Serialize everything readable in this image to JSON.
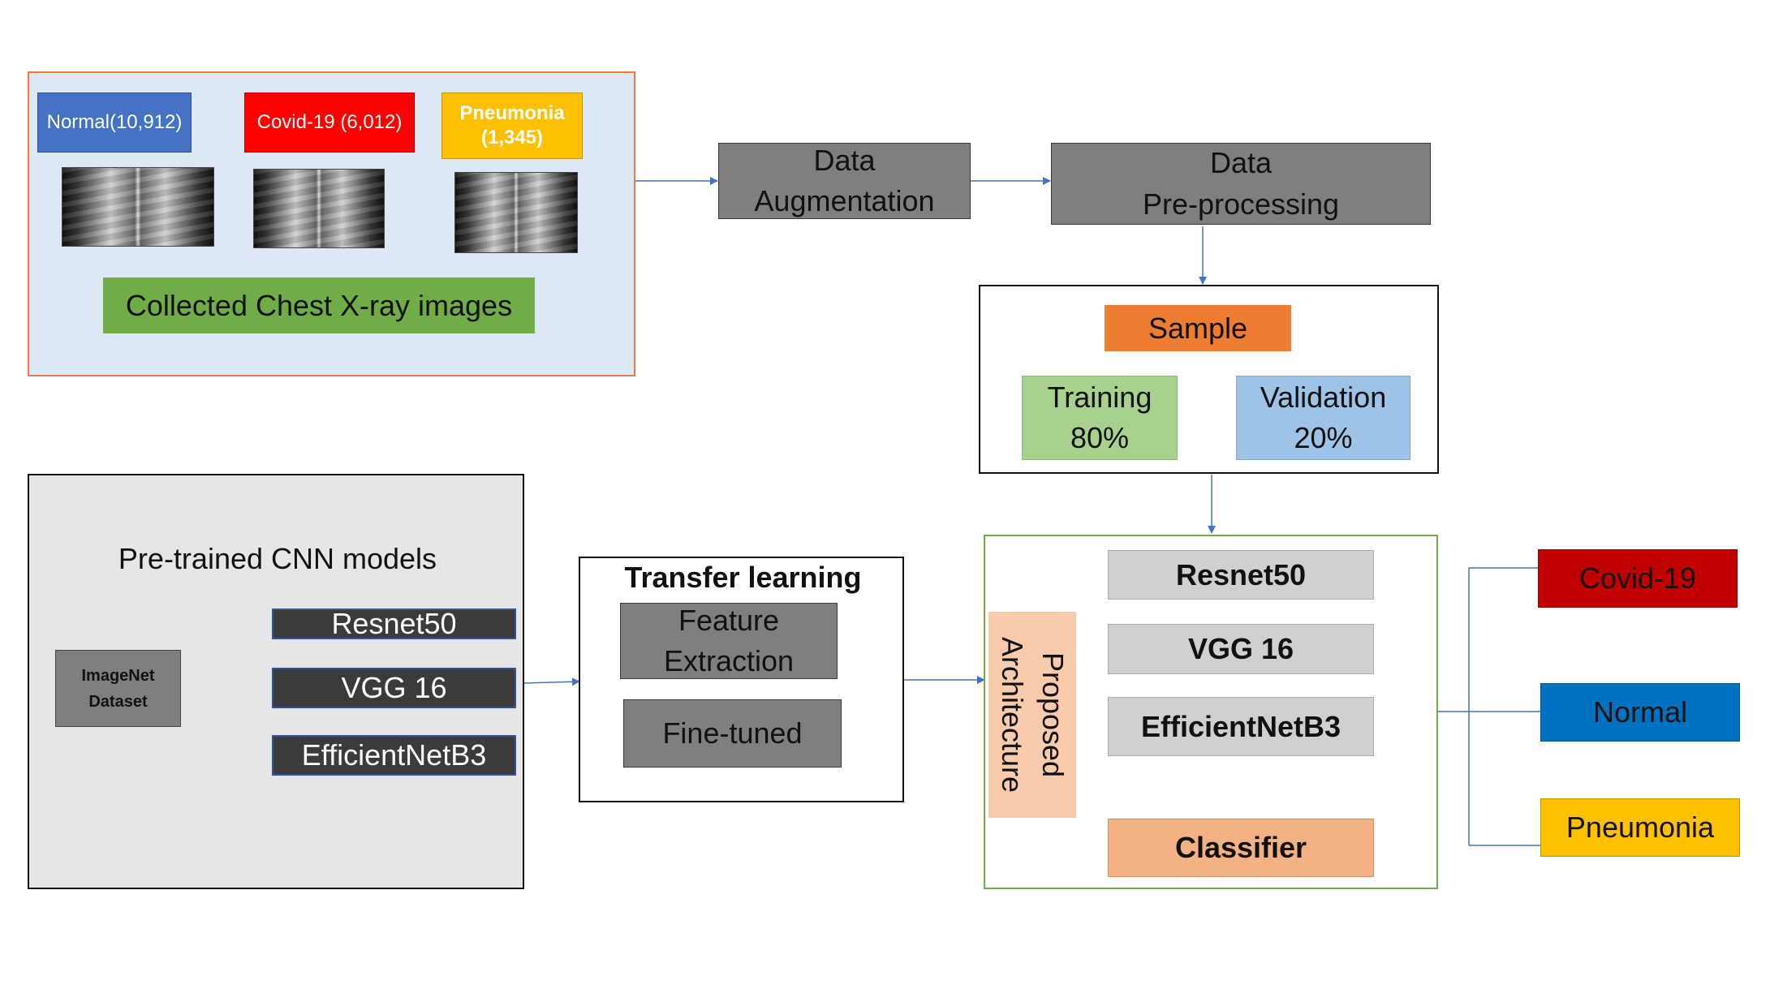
{
  "collected": {
    "title": "Collected Chest X-ray images",
    "classes": [
      {
        "label": "Normal(10,912)",
        "color": "#4472c4"
      },
      {
        "label": "Covid-19 (6,012)",
        "color": "#ff0000"
      },
      {
        "label_line1": "Pneumonia",
        "label_line2": "(1,345)",
        "color": "#ffc000"
      }
    ]
  },
  "augmentation": {
    "line1": "Data",
    "line2": "Augmentation"
  },
  "preprocessing": {
    "line1": "Data",
    "line2": "Pre-processing"
  },
  "sample": {
    "title": "Sample",
    "training": {
      "line1": "Training",
      "line2": "80%"
    },
    "validation": {
      "line1": "Validation",
      "line2": "20%"
    }
  },
  "pretrained": {
    "title": "Pre-trained CNN models",
    "imagenet_line1": "ImageNet",
    "imagenet_line2": "Dataset",
    "models": [
      "Resnet50",
      "VGG 16",
      "EfficientNetB3"
    ]
  },
  "transfer": {
    "title": "Transfer learning",
    "feature_line1": "Feature",
    "feature_line2": "Extraction",
    "finetuned": "Fine-tuned"
  },
  "proposed": {
    "side_line1": "Proposed",
    "side_line2": "Architecture",
    "models": [
      "Resnet50",
      "VGG 16",
      "EfficientNetB3"
    ],
    "classifier": "Classifier"
  },
  "outputs": [
    {
      "label": "Covid-19",
      "color": "#c00000"
    },
    {
      "label": "Normal",
      "color": "#0070c0"
    },
    {
      "label": "Pneumonia",
      "color": "#ffc000"
    }
  ]
}
